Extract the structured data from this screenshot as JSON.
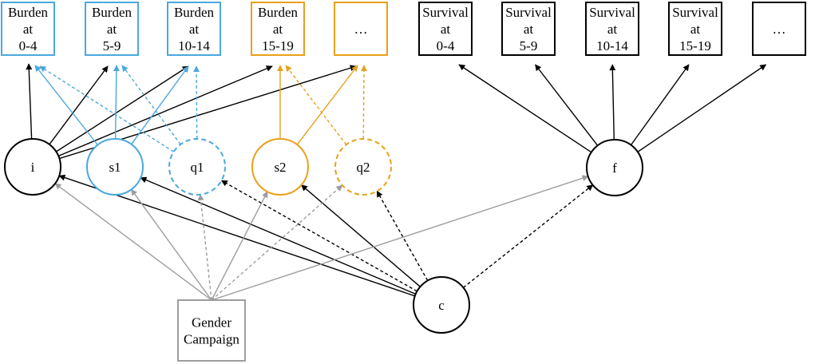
{
  "colors": {
    "blue": "#4aa8df",
    "orange": "#e9a01b",
    "black": "#000000",
    "gray": "#9d9d9d"
  },
  "boxes": {
    "burden_0_4": {
      "lines": [
        "Burden",
        "at",
        "0-4"
      ],
      "color": "blue"
    },
    "burden_5_9": {
      "lines": [
        "Burden",
        "at",
        "5-9"
      ],
      "color": "blue"
    },
    "burden_10_14": {
      "lines": [
        "Burden",
        "at",
        "10-14"
      ],
      "color": "blue"
    },
    "burden_15_19": {
      "lines": [
        "Burden",
        "at",
        "15-19"
      ],
      "color": "orange"
    },
    "burden_more": {
      "lines": [
        "…"
      ],
      "color": "orange"
    },
    "survival_0_4": {
      "lines": [
        "Survival",
        "at",
        "0-4"
      ],
      "color": "black"
    },
    "survival_5_9": {
      "lines": [
        "Survival",
        "at",
        "5-9"
      ],
      "color": "black"
    },
    "survival_10_14": {
      "lines": [
        "Survival",
        "at",
        "10-14"
      ],
      "color": "black"
    },
    "survival_15_19": {
      "lines": [
        "Survival",
        "at",
        "15-19"
      ],
      "color": "black"
    },
    "survival_more": {
      "lines": [
        "…"
      ],
      "color": "black"
    },
    "gender_campaign": {
      "lines": [
        "Gender",
        "Campaign"
      ],
      "color": "gray"
    }
  },
  "latents": {
    "i": {
      "label": "i",
      "color": "black",
      "dashed": false
    },
    "s1": {
      "label": "s1",
      "color": "blue",
      "dashed": false
    },
    "q1": {
      "label": "q1",
      "color": "blue",
      "dashed": true
    },
    "s2": {
      "label": "s2",
      "color": "orange",
      "dashed": false
    },
    "q2": {
      "label": "q2",
      "color": "orange",
      "dashed": true
    },
    "f": {
      "label": "f",
      "color": "black",
      "dashed": false
    },
    "c": {
      "label": "c",
      "color": "black",
      "dashed": false
    }
  },
  "edges": [
    {
      "from": "i",
      "to": "burden_0_4",
      "color": "black",
      "dashed": false
    },
    {
      "from": "i",
      "to": "burden_5_9",
      "color": "black",
      "dashed": false
    },
    {
      "from": "i",
      "to": "burden_10_14",
      "color": "black",
      "dashed": false
    },
    {
      "from": "i",
      "to": "burden_15_19",
      "color": "black",
      "dashed": false
    },
    {
      "from": "i",
      "to": "burden_more",
      "color": "black",
      "dashed": false
    },
    {
      "from": "s1",
      "to": "burden_0_4",
      "color": "blue",
      "dashed": false
    },
    {
      "from": "s1",
      "to": "burden_5_9",
      "color": "blue",
      "dashed": false
    },
    {
      "from": "s1",
      "to": "burden_10_14",
      "color": "blue",
      "dashed": false
    },
    {
      "from": "q1",
      "to": "burden_0_4",
      "color": "blue",
      "dashed": true
    },
    {
      "from": "q1",
      "to": "burden_5_9",
      "color": "blue",
      "dashed": true
    },
    {
      "from": "q1",
      "to": "burden_10_14",
      "color": "blue",
      "dashed": true
    },
    {
      "from": "s2",
      "to": "burden_15_19",
      "color": "orange",
      "dashed": false
    },
    {
      "from": "s2",
      "to": "burden_more",
      "color": "orange",
      "dashed": false
    },
    {
      "from": "q2",
      "to": "burden_15_19",
      "color": "orange",
      "dashed": true
    },
    {
      "from": "q2",
      "to": "burden_more",
      "color": "orange",
      "dashed": true
    },
    {
      "from": "f",
      "to": "survival_0_4",
      "color": "black",
      "dashed": false
    },
    {
      "from": "f",
      "to": "survival_5_9",
      "color": "black",
      "dashed": false
    },
    {
      "from": "f",
      "to": "survival_10_14",
      "color": "black",
      "dashed": false
    },
    {
      "from": "f",
      "to": "survival_15_19",
      "color": "black",
      "dashed": false
    },
    {
      "from": "f",
      "to": "survival_more",
      "color": "black",
      "dashed": false
    },
    {
      "from": "c",
      "to": "i",
      "color": "black",
      "dashed": false
    },
    {
      "from": "c",
      "to": "s1",
      "color": "black",
      "dashed": false
    },
    {
      "from": "c",
      "to": "q1",
      "color": "black",
      "dashed": true
    },
    {
      "from": "c",
      "to": "s2",
      "color": "black",
      "dashed": false
    },
    {
      "from": "c",
      "to": "q2",
      "color": "black",
      "dashed": true
    },
    {
      "from": "c",
      "to": "f",
      "color": "black",
      "dashed": true
    },
    {
      "from": "gender_campaign",
      "to": "i",
      "color": "gray",
      "dashed": false
    },
    {
      "from": "gender_campaign",
      "to": "s1",
      "color": "gray",
      "dashed": false
    },
    {
      "from": "gender_campaign",
      "to": "q1",
      "color": "gray",
      "dashed": true
    },
    {
      "from": "gender_campaign",
      "to": "s2",
      "color": "gray",
      "dashed": false
    },
    {
      "from": "gender_campaign",
      "to": "q2",
      "color": "gray",
      "dashed": true
    },
    {
      "from": "gender_campaign",
      "to": "f",
      "color": "gray",
      "dashed": false
    }
  ]
}
